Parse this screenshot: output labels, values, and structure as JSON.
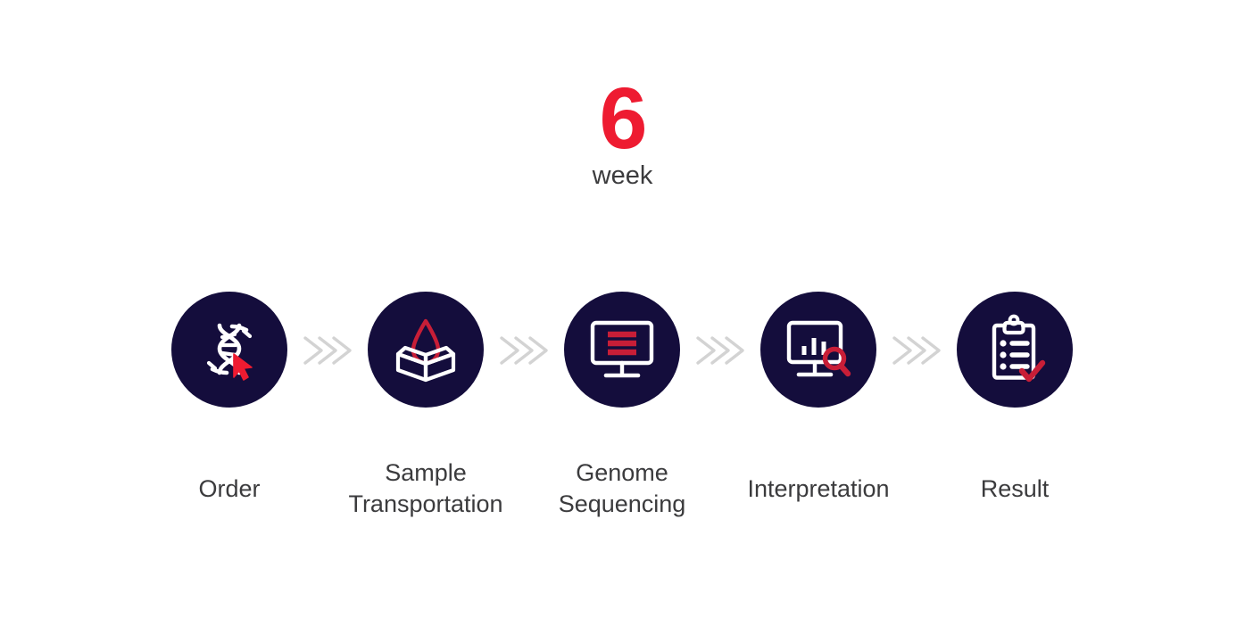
{
  "page": {
    "title": "Genome testing process timeline",
    "background_color": "#ffffff"
  },
  "theme": {
    "accent_red": "#ee1b31",
    "circle_navy": "#140d3c",
    "icon_white": "#ffffff",
    "text_gray": "#3b3b3d",
    "chevron_gray": "#d3d3d3"
  },
  "duration": {
    "number": "6",
    "unit": "week"
  },
  "flow": {
    "steps": [
      {
        "label": "Order",
        "icon": "dna-cursor-icon",
        "icon_description": "DNA double helix with red mouse cursor"
      },
      {
        "label": "Sample\nTransportation",
        "icon": "open-box-blood-drop-icon",
        "icon_description": "Open shipping box with red blood drop"
      },
      {
        "label": "Genome\nSequencing",
        "icon": "monitor-sequence-icon",
        "icon_description": "Computer monitor with red sequence bars"
      },
      {
        "label": "Interpretation",
        "icon": "monitor-chart-magnifier-icon",
        "icon_description": "Monitor with bar chart and red magnifying glass"
      },
      {
        "label": "Result",
        "icon": "clipboard-check-icon",
        "icon_description": "Clipboard checklist with red check mark"
      }
    ],
    "connectors": [
      {
        "icon": "triple-chevron-right-icon"
      },
      {
        "icon": "triple-chevron-right-icon"
      },
      {
        "icon": "triple-chevron-right-icon"
      },
      {
        "icon": "triple-chevron-right-icon"
      }
    ]
  }
}
